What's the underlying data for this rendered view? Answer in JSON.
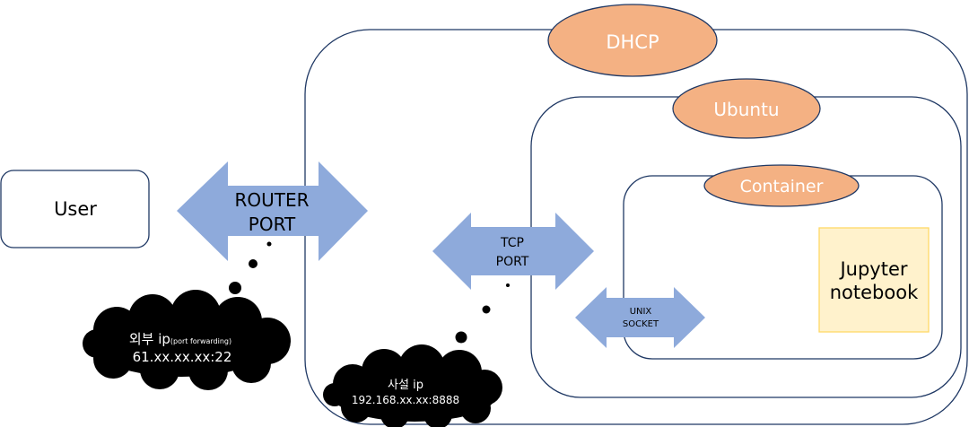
{
  "user_box": {
    "label": "User"
  },
  "router_arrow": {
    "line1": "ROUTER",
    "line2": "PORT"
  },
  "tcp_arrow": {
    "line1": "TCP",
    "line2": "PORT"
  },
  "unix_arrow": {
    "line1": "UNIX",
    "line2": "SOCKET"
  },
  "dhcp": {
    "label": "DHCP"
  },
  "ubuntu": {
    "label": "Ubuntu"
  },
  "container": {
    "label": "Container"
  },
  "jupyter": {
    "line1": "Jupyter",
    "line2": "notebook"
  },
  "external_cloud": {
    "main": "외부 ip",
    "sub": "(port forwarding)",
    "address": "61.xx.xx.xx:22"
  },
  "private_cloud": {
    "main": "사설 ip",
    "address": "192.168.xx.xx:8888"
  },
  "colors": {
    "arrow_fill": "#8eaadb",
    "ellipse_fill": "#f4b183",
    "ellipse_stroke": "#1f3864",
    "box_stroke": "#1f3864",
    "jupyter_fill": "#fff2cc",
    "jupyter_stroke": "#ffd966",
    "cloud_fill": "#000000",
    "label_on_ellipse": "#ffffff"
  }
}
